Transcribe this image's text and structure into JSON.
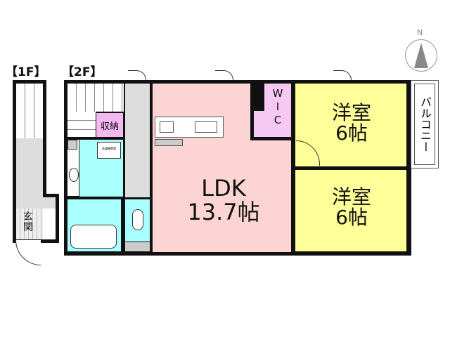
{
  "floors": {
    "first": "【1F】",
    "second": "【2F】"
  },
  "rooms": {
    "ldk": {
      "name": "LDK",
      "size": "13.7帖"
    },
    "western1": {
      "name": "洋室",
      "size": "6帖"
    },
    "western2": {
      "name": "洋室",
      "size": "6帖"
    },
    "wic": [
      "W",
      "I",
      "C"
    ],
    "storage": "収納",
    "balcony": "バルコニー",
    "entrance": [
      "玄",
      "関"
    ],
    "laundry": "洗濯機置場"
  },
  "compass": {
    "label": "N"
  },
  "colors": {
    "ldk": "#fcd4d4",
    "western": "#ffff99",
    "wic": "#f6c8f4",
    "storage": "#f4b8f0",
    "wet": "#aaffff",
    "corridor": "#dddddd"
  }
}
